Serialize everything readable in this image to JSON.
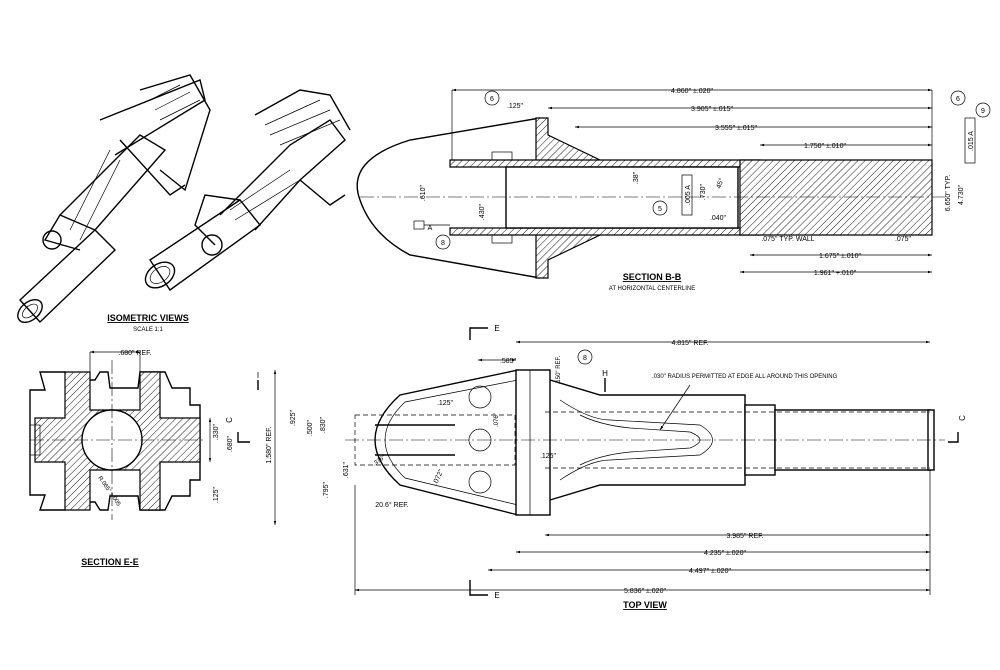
{
  "views": {
    "isometric": {
      "title": "ISOMETRIC VIEWS",
      "scale": "SCALE 1:1"
    },
    "section_bb": {
      "title": "SECTION B-B",
      "subtitle": "AT HORIZONTAL CENTERLINE"
    },
    "section_ee": {
      "title": "SECTION E-E"
    },
    "top_view": {
      "title": "TOP VIEW"
    }
  },
  "section_bb_dims": {
    "overall": "4.860\" ±.020\"",
    "d3905": "3.905\" ±.015\"",
    "d3555": "3.555\" ±.015\"",
    "d1750": "1.750\" ±.010\"",
    "d125": ".125\"",
    "d1675": "1.675\" ±.010\"",
    "d1961": "1.961\" +.010\"",
    "wall": ".075\" TYP. WALL",
    "d075": ".075\"",
    "d040": ".040\"",
    "d45": "45°",
    "d38": ".38\"",
    "d730": ".730\"",
    "d430": ".430\"",
    "d610": ".610\"",
    "d650typ": "6.650\" TYP.",
    "d4730": "4.730\"",
    "ctrl1": ".005 A",
    "ctrl2": ".015 A",
    "datum": "A",
    "b6": "6",
    "b8": "8",
    "b5": "5",
    "b6b": "6",
    "b9": "9"
  },
  "section_ee_dims": {
    "ref": ".680\" REF.",
    "d330": ".330\"",
    "d680": ".680\"",
    "d125": ".125\"",
    "rad": "R.065\" ±.005"
  },
  "top_view_dims": {
    "d4815": "4.815\" REF.",
    "d585": ".585\"",
    "d150": ".150\" REF.",
    "note": ".030\" RADIUS PERMITTED AT EDGE ALL AROUND THIS OPENING",
    "d125a": ".125\"",
    "d125b": ".125\"",
    "d500": ".500\"",
    "d830": ".830\"",
    "d925": ".925\"",
    "d1580": "1.580\" REF.",
    "d795": ".795\"",
    "d631": ".631\"",
    "d076": ".076\"",
    "d072": ".072\"",
    "d376": ".376\"",
    "d206": "20.6° REF.",
    "d3985": "3.985\" REF.",
    "d4235": "4.235\" ±.020\"",
    "d4497": "4.497\" ±.020\"",
    "d5836": "5.836\" ±.020\"",
    "b8": "8",
    "sec_e": "E",
    "sec_e2": "E",
    "sec_h": "H",
    "sec_i": "I",
    "sec_c": "C",
    "sec_c2": "C"
  }
}
